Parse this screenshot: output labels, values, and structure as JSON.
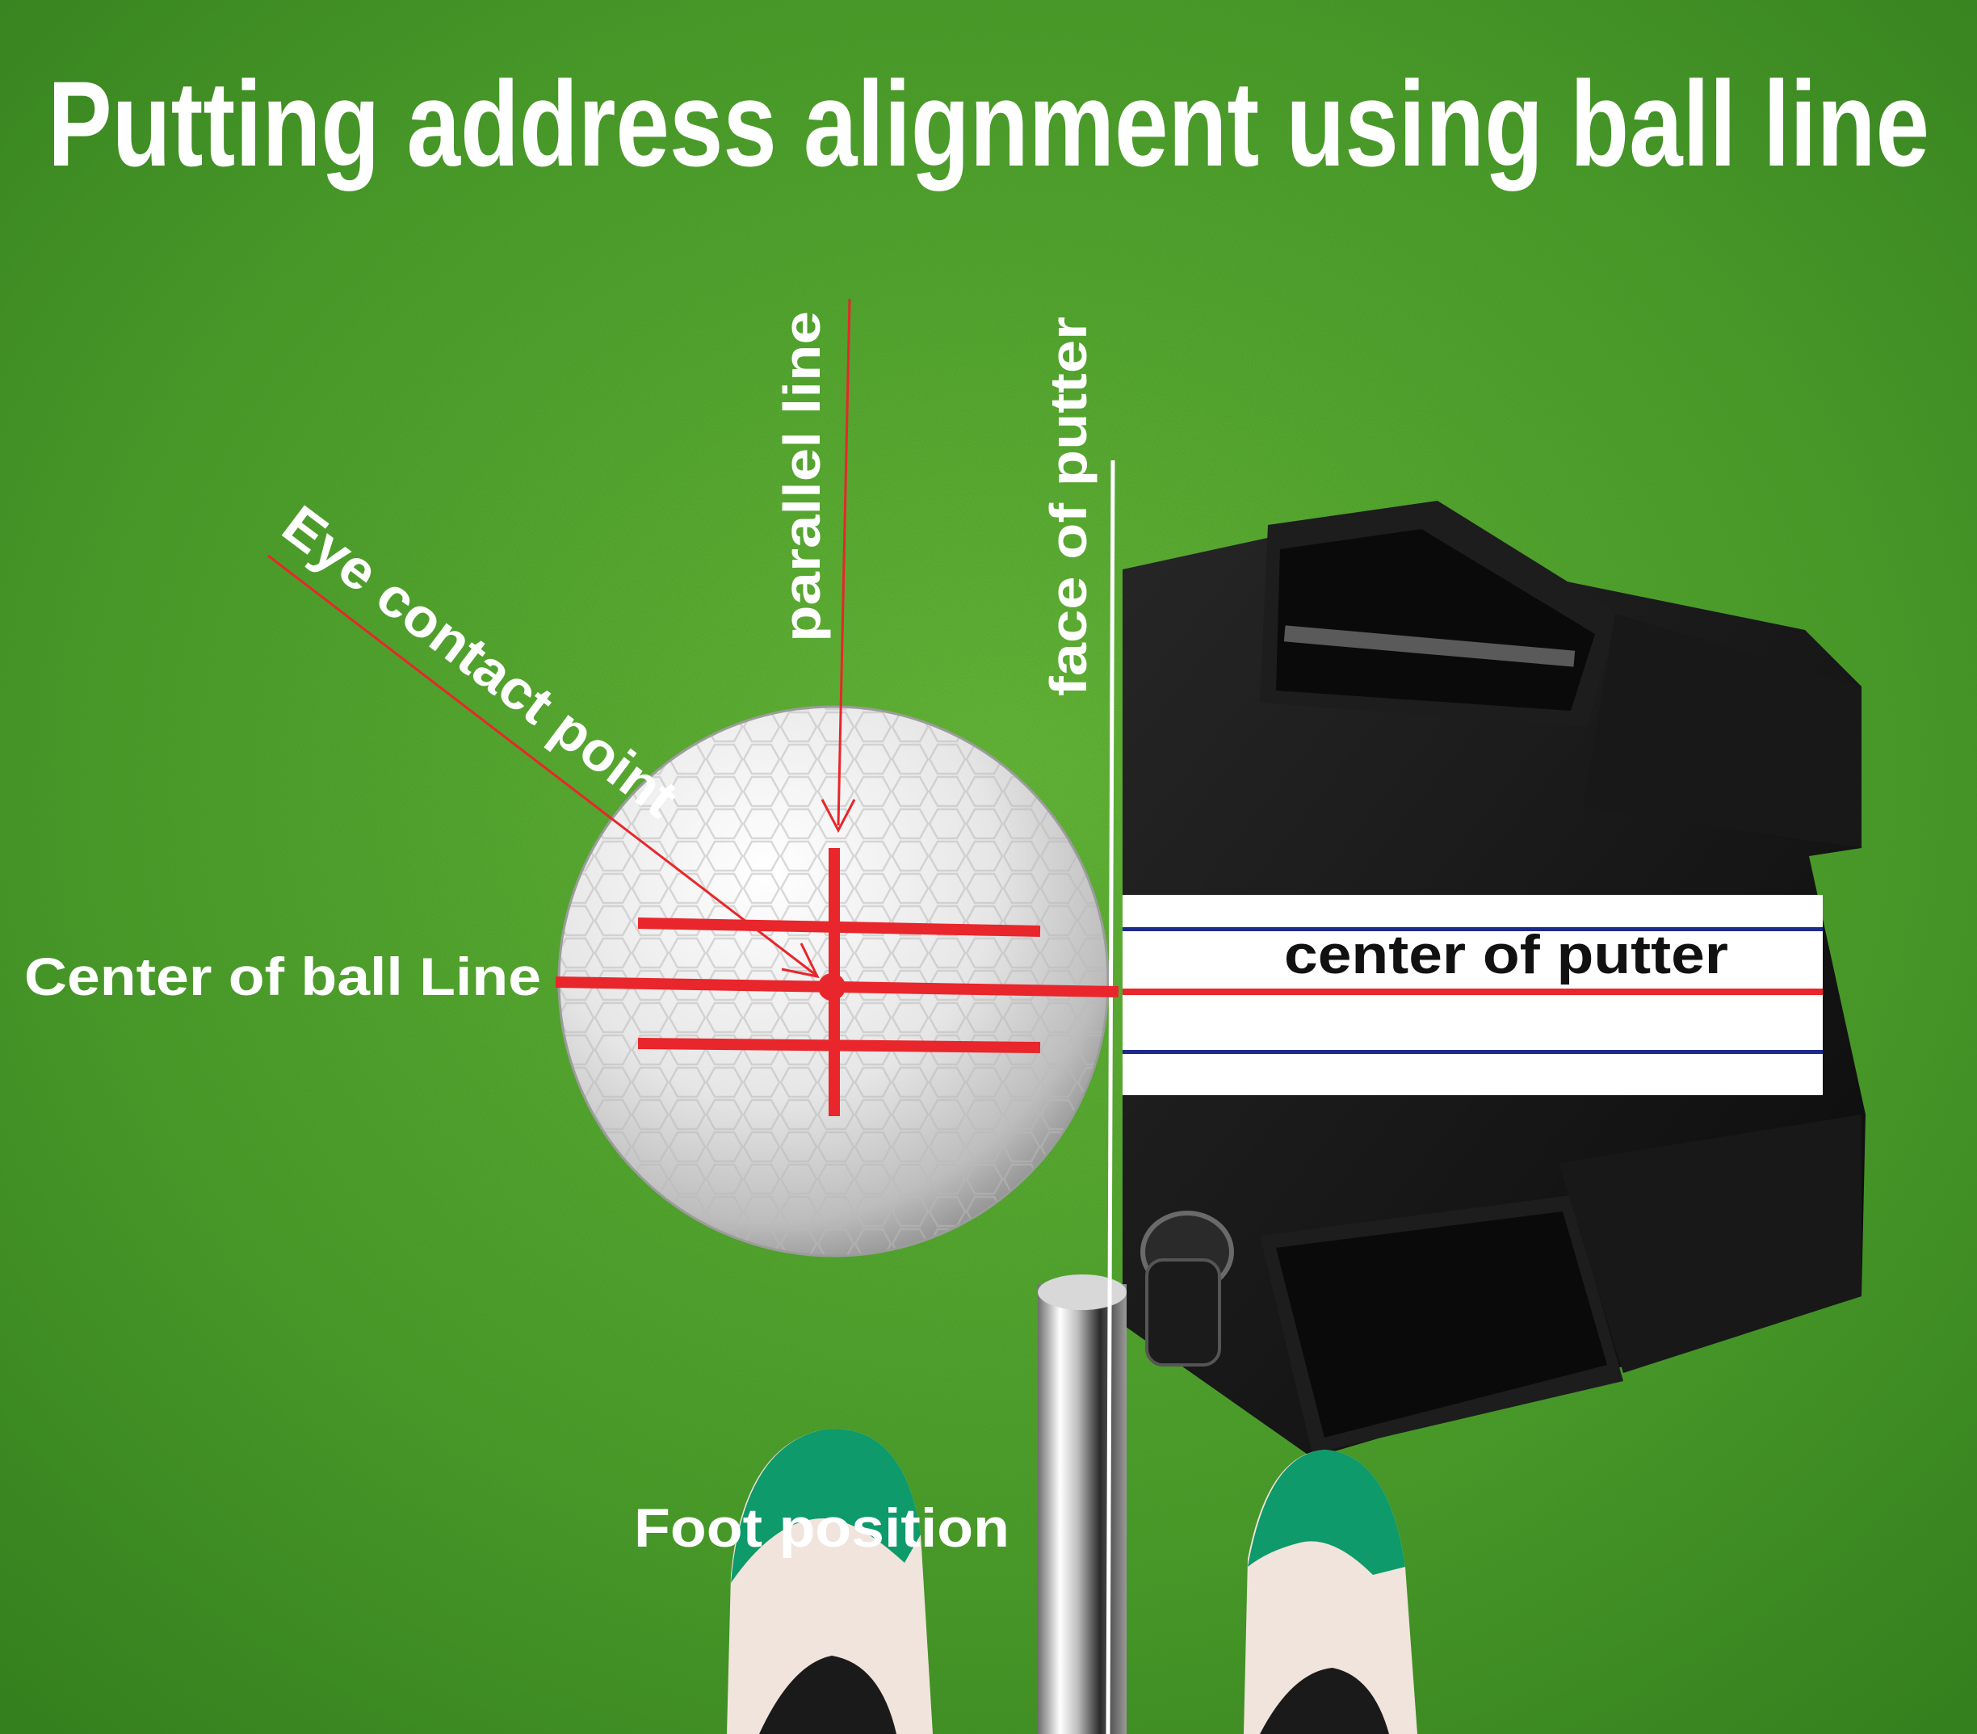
{
  "title": "Putting address alignment using ball line",
  "labels": {
    "parallel_line": "parallel line",
    "face_of_putter": "face of putter",
    "eye_contact_point": "Eye contact point",
    "center_of_ball_line": "Center of ball Line",
    "center_of_putter": "center of putter",
    "foot_position": "Foot position"
  },
  "colors": {
    "grass": "#3f8f22",
    "grass_light": "#5fb034",
    "annotation_red": "#e8262b",
    "label_white": "#ffffff",
    "putter_black": "#141414",
    "stripe_blue": "#1c2a8c",
    "shoe_green": "#0e9a6a"
  }
}
